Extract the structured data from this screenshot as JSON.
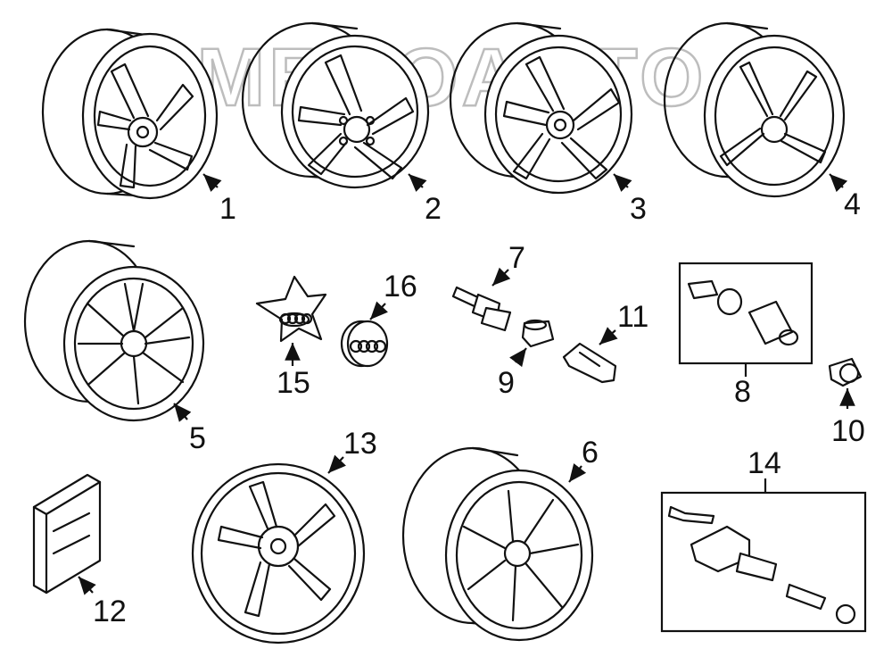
{
  "watermark": "AMEGOABTO",
  "callouts": {
    "p1": "1",
    "p2": "2",
    "p3": "3",
    "p4": "4",
    "p5": "5",
    "p6": "6",
    "p7": "7",
    "p8": "8",
    "p9": "9",
    "p10": "10",
    "p11": "11",
    "p12": "12",
    "p13": "13",
    "p14": "14",
    "p15": "15",
    "p16": "16"
  }
}
